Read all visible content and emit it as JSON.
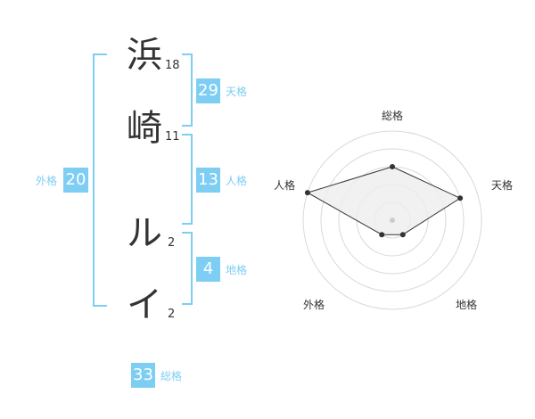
{
  "name_chars": [
    {
      "char": "浜",
      "strokes": "18"
    },
    {
      "char": "崎",
      "strokes": "11"
    },
    {
      "char": "ル",
      "strokes": "2"
    },
    {
      "char": "イ",
      "strokes": "2"
    }
  ],
  "kaku": {
    "tenkaku": {
      "value": "29",
      "label": "天格"
    },
    "jinkaku": {
      "value": "13",
      "label": "人格"
    },
    "chikaku": {
      "value": "4",
      "label": "地格"
    },
    "gaikaku": {
      "value": "20",
      "label": "外格"
    },
    "soukaku": {
      "value": "33",
      "label": "総格"
    }
  },
  "colors": {
    "accent": "#7ecef4",
    "text": "#333333",
    "grid": "#d9d9d9",
    "fill": "#eeeeee"
  },
  "radar": {
    "axes": [
      "総格",
      "天格",
      "地格",
      "外格",
      "人格"
    ],
    "levels": 5,
    "values": [
      3,
      4,
      1,
      1,
      5
    ]
  }
}
